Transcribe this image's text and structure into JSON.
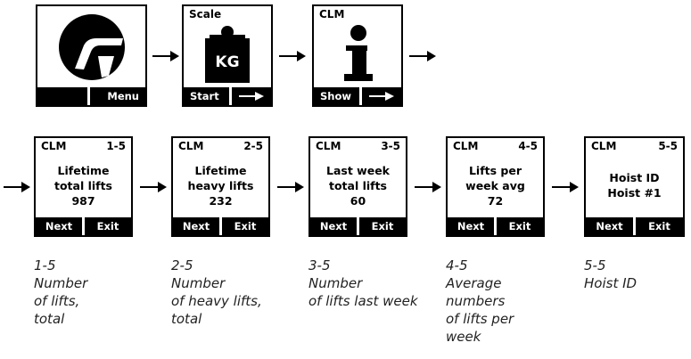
{
  "top_row": {
    "logo_screen": {
      "softkeys": [
        "",
        "Menu"
      ]
    },
    "scale_screen": {
      "title": "Scale",
      "weight_label": "KG",
      "softkeys": [
        "Start",
        "→"
      ]
    },
    "clm_screen": {
      "title": "CLM",
      "softkeys": [
        "Show",
        "→"
      ]
    }
  },
  "bottom_row": [
    {
      "title": "CLM",
      "index": "1-5",
      "lines": [
        "Lifetime",
        "total lifts",
        "987"
      ],
      "softkeys": [
        "Next",
        "Exit"
      ],
      "caption": [
        "1-5",
        "Number",
        "of lifts,",
        "total"
      ]
    },
    {
      "title": "CLM",
      "index": "2-5",
      "lines": [
        "Lifetime",
        "heavy lifts",
        "232"
      ],
      "softkeys": [
        "Next",
        "Exit"
      ],
      "caption": [
        "2-5",
        "Number",
        "of heavy lifts,",
        "total"
      ]
    },
    {
      "title": "CLM",
      "index": "3-5",
      "lines": [
        "Last week",
        "total lifts",
        "60"
      ],
      "softkeys": [
        "Next",
        "Exit"
      ],
      "caption": [
        "3-5",
        "Number",
        "of lifts last week"
      ]
    },
    {
      "title": "CLM",
      "index": "4-5",
      "lines": [
        "Lifts per",
        "week avg",
        "72"
      ],
      "softkeys": [
        "Next",
        "Exit"
      ],
      "caption": [
        "4-5",
        "Average",
        "numbers",
        "of lifts per",
        "week"
      ]
    },
    {
      "title": "CLM",
      "index": "5-5",
      "lines": [
        "Hoist ID",
        "Hoist #1"
      ],
      "softkeys": [
        "Next",
        "Exit"
      ],
      "caption": [
        "5-5",
        "Hoist ID"
      ]
    }
  ],
  "colors": {
    "screen_border": "#000000",
    "softkey_bg": "#000000",
    "softkey_text": "#ffffff",
    "caption_text": "#222222"
  },
  "icons": [
    "logo-icon",
    "weight-icon",
    "info-icon",
    "arrow-right-icon"
  ]
}
